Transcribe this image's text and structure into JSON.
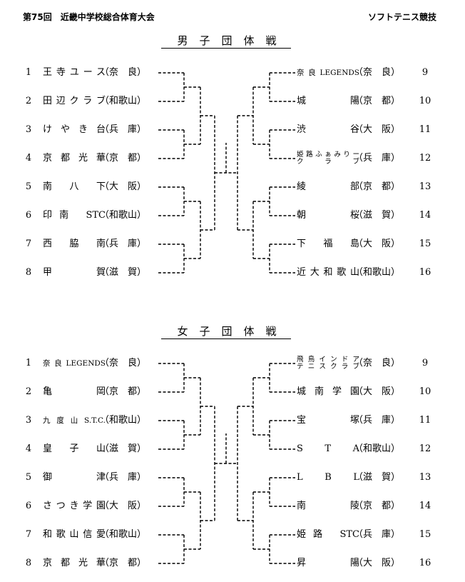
{
  "header": {
    "left": "第75回　近畿中学校総合体育大会",
    "right": "ソフトテニス競技"
  },
  "boys": {
    "title": "男子団体戦",
    "left": [
      {
        "num": "1",
        "school": "王寺ユース",
        "pref": "（奈　良）"
      },
      {
        "num": "2",
        "school": "田辺クラブ",
        "pref": "（和歌山）"
      },
      {
        "num": "3",
        "school": "けやき台",
        "pref": "（兵　庫）"
      },
      {
        "num": "4",
        "school": "京都光華",
        "pref": "（京　都）"
      },
      {
        "num": "5",
        "school": "南八下",
        "pref": "（大　阪）"
      },
      {
        "num": "6",
        "school": "印南 STC",
        "pref": "（和歌山）"
      },
      {
        "num": "7",
        "school": "西脇南",
        "pref": "（兵　庫）"
      },
      {
        "num": "8",
        "school": "甲　　賀",
        "pref": "（滋　賀）"
      }
    ],
    "right": [
      {
        "num": "9",
        "school": "奈良LEGENDS",
        "pref": "（奈　良）"
      },
      {
        "num": "10",
        "school": "城　　陽",
        "pref": "（京　都）"
      },
      {
        "num": "11",
        "school": "渋　　谷",
        "pref": "（大　阪）"
      },
      {
        "num": "12",
        "school": "姫路ふぁみりー\nク　ラ　ブ",
        "pref": "（兵　庫）"
      },
      {
        "num": "13",
        "school": "綾　　部",
        "pref": "（京　都）"
      },
      {
        "num": "14",
        "school": "朝　　桜",
        "pref": "（滋　賀）"
      },
      {
        "num": "15",
        "school": "下福島",
        "pref": "（大　阪）"
      },
      {
        "num": "16",
        "school": "近大和歌山",
        "pref": "（和歌山）"
      }
    ]
  },
  "girls": {
    "title": "女子団体戦",
    "left": [
      {
        "num": "1",
        "school": "奈良LEGENDS",
        "pref": "（奈　良）"
      },
      {
        "num": "2",
        "school": "亀　　岡",
        "pref": "（京　都）"
      },
      {
        "num": "3",
        "school": "九度山S.T.C.",
        "pref": "（和歌山）"
      },
      {
        "num": "4",
        "school": "皇子山",
        "pref": "（滋　賀）"
      },
      {
        "num": "5",
        "school": "御　　津",
        "pref": "（兵　庫）"
      },
      {
        "num": "6",
        "school": "さつき学園",
        "pref": "（大　阪）"
      },
      {
        "num": "7",
        "school": "和歌山信愛",
        "pref": "（和歌山）"
      },
      {
        "num": "8",
        "school": "京都光華",
        "pref": "（京　都）"
      }
    ],
    "right": [
      {
        "num": "9",
        "school": "飛鳥インドア\nテニスクラブ",
        "pref": "（奈　良）"
      },
      {
        "num": "10",
        "school": "城南学園",
        "pref": "（大　阪）"
      },
      {
        "num": "11",
        "school": "宝　　塚",
        "pref": "（兵　庫）"
      },
      {
        "num": "12",
        "school": "S　T　A",
        "pref": "（和歌山）"
      },
      {
        "num": "13",
        "school": "L　B　L",
        "pref": "（滋　賀）"
      },
      {
        "num": "14",
        "school": "南　　陵",
        "pref": "（京　都）"
      },
      {
        "num": "15",
        "school": "姫路 STC",
        "pref": "（兵　庫）"
      },
      {
        "num": "16",
        "school": "昇　　陽",
        "pref": "（大　阪）"
      }
    ]
  }
}
